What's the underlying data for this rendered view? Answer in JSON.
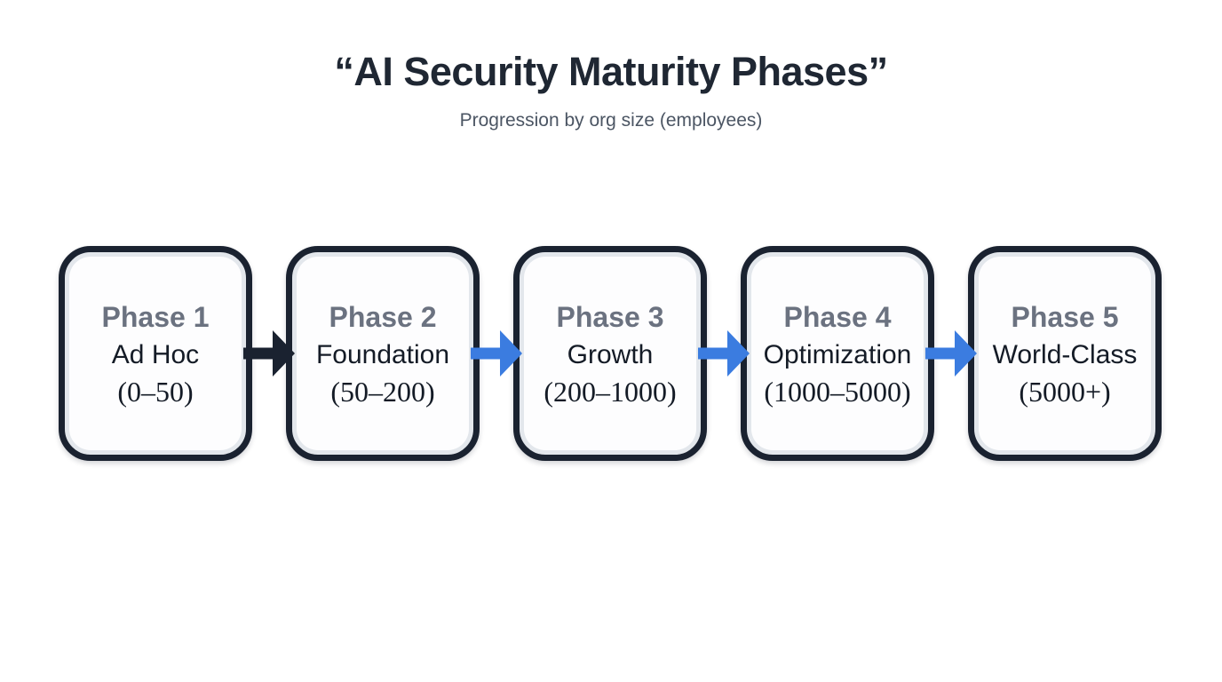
{
  "header": {
    "title": "“AI Security Maturity Phases”",
    "subtitle": "Progression by org size (employees)"
  },
  "phases": [
    {
      "label": "Phase 1",
      "name": "Ad Hoc",
      "range": "(0–50)"
    },
    {
      "label": "Phase 2",
      "name": "Foundation",
      "range": "(50–200)"
    },
    {
      "label": "Phase 3",
      "name": "Growth",
      "range": "(200–1000)"
    },
    {
      "label": "Phase 4",
      "name": "Optimization",
      "range": "(1000–5000)"
    },
    {
      "label": "Phase 5",
      "name": "World-Class",
      "range": "(5000+)"
    }
  ],
  "arrows": [
    {
      "name": "arrow-1",
      "color": "#1a2230"
    },
    {
      "name": "arrow-2",
      "color": "#3b7ce0"
    },
    {
      "name": "arrow-3",
      "color": "#3b7ce0"
    },
    {
      "name": "arrow-4",
      "color": "#3b7ce0"
    }
  ],
  "colors": {
    "background": "#ffffff",
    "title_text": "#1f2733",
    "subtitle_text": "#4b5563",
    "box_border": "#1a2230",
    "box_inner_ring": "#e3e7ec",
    "box_fill": "#fdfdfe",
    "phase_label_text": "#6b7280",
    "phase_body_text": "#141b26",
    "arrow_dark": "#1a2230",
    "arrow_blue": "#3b7ce0"
  }
}
